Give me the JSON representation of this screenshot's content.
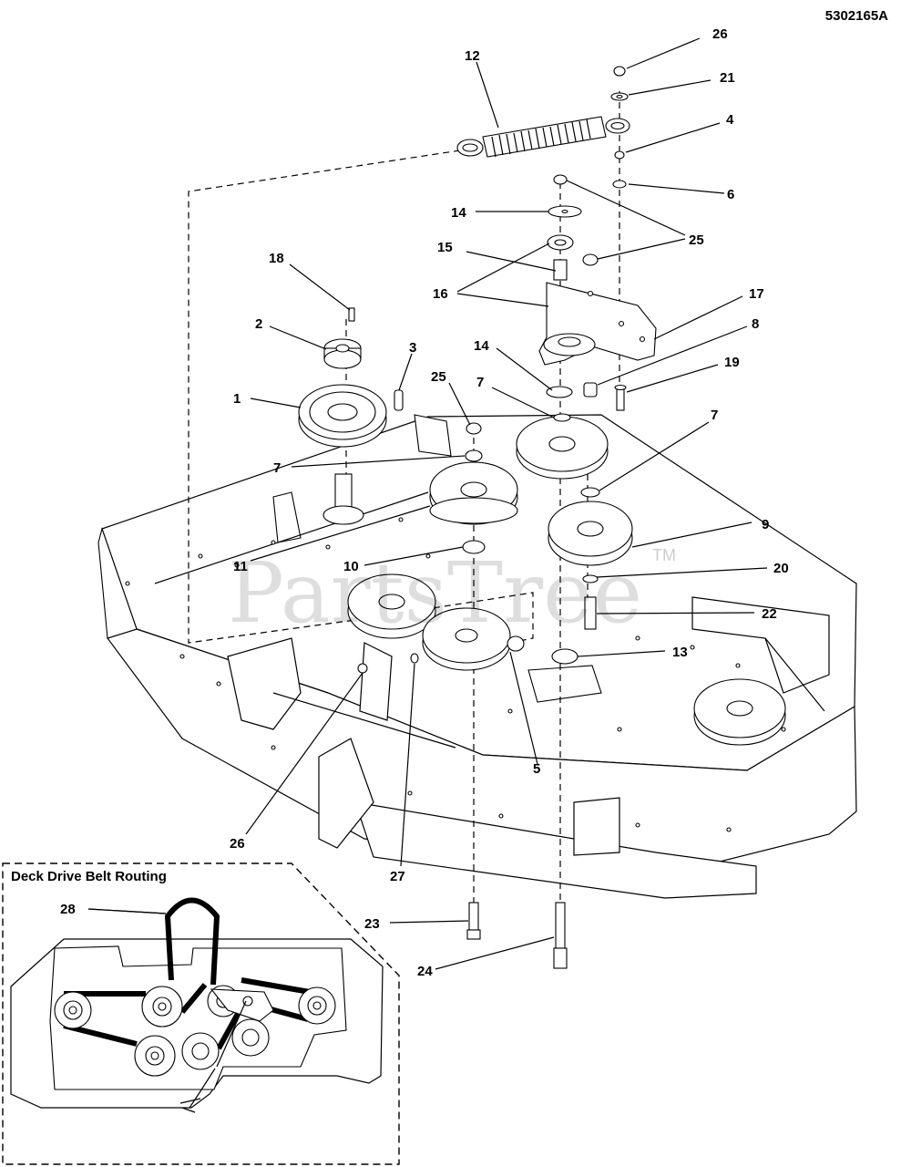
{
  "document_id": "5302165A",
  "watermark": {
    "text": "PartsTree",
    "tm": "TM"
  },
  "inset": {
    "title": "Deck Drive Belt Routing"
  },
  "callouts": [
    {
      "id": "c12",
      "text": "12"
    },
    {
      "id": "c26a",
      "text": "26"
    },
    {
      "id": "c21",
      "text": "21"
    },
    {
      "id": "c4",
      "text": "4"
    },
    {
      "id": "c6",
      "text": "6"
    },
    {
      "id": "c14a",
      "text": "14"
    },
    {
      "id": "c25a",
      "text": "25"
    },
    {
      "id": "c15",
      "text": "15"
    },
    {
      "id": "c16",
      "text": "16"
    },
    {
      "id": "c17",
      "text": "17"
    },
    {
      "id": "c18",
      "text": "18"
    },
    {
      "id": "c2",
      "text": "2"
    },
    {
      "id": "c3",
      "text": "3"
    },
    {
      "id": "c1",
      "text": "1"
    },
    {
      "id": "c14b",
      "text": "14"
    },
    {
      "id": "c8",
      "text": "8"
    },
    {
      "id": "c19",
      "text": "19"
    },
    {
      "id": "c25b",
      "text": "25"
    },
    {
      "id": "c7a",
      "text": "7"
    },
    {
      "id": "c7b",
      "text": "7"
    },
    {
      "id": "c7c",
      "text": "7"
    },
    {
      "id": "c9",
      "text": "9"
    },
    {
      "id": "c11",
      "text": "11"
    },
    {
      "id": "c10",
      "text": "10"
    },
    {
      "id": "c20",
      "text": "20"
    },
    {
      "id": "c22",
      "text": "22"
    },
    {
      "id": "c13",
      "text": "13"
    },
    {
      "id": "c5",
      "text": "5"
    },
    {
      "id": "c26b",
      "text": "26"
    },
    {
      "id": "c27",
      "text": "27"
    },
    {
      "id": "c23",
      "text": "23"
    },
    {
      "id": "c24",
      "text": "24"
    },
    {
      "id": "c28",
      "text": "28"
    }
  ]
}
